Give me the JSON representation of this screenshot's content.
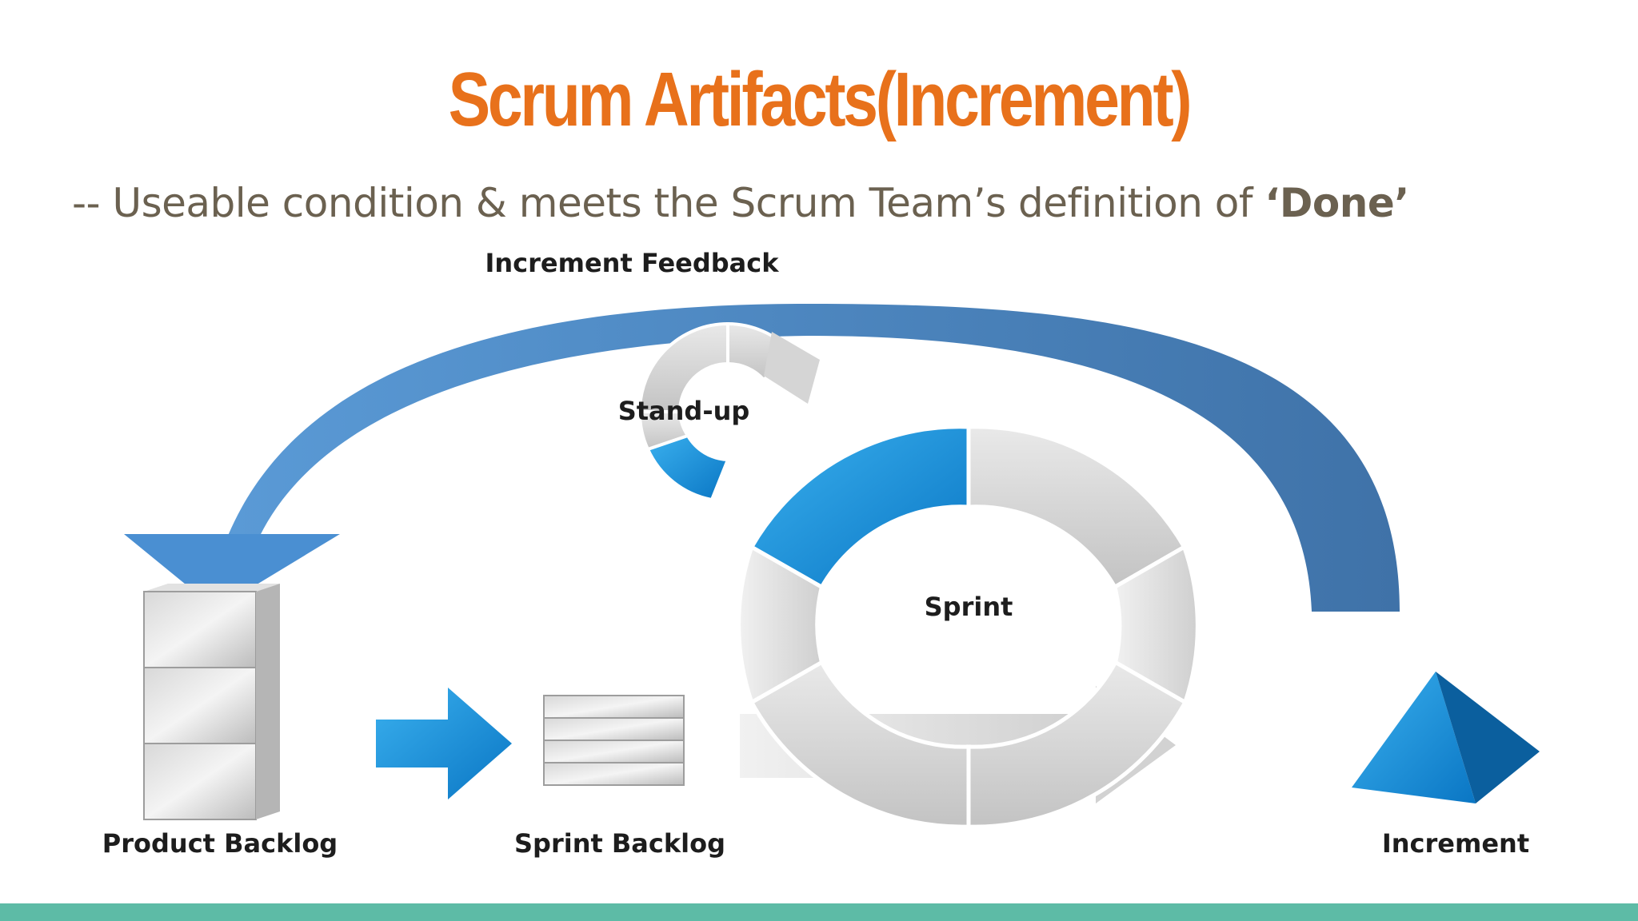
{
  "slide": {
    "title": "Scrum Artifacts(Increment)",
    "subtitle_prefix": "-- Useable condition & meets the Scrum Team’s definition of ",
    "subtitle_bold": "‘Done’"
  },
  "diagram": {
    "increment_feedback": "Increment Feedback",
    "stand_up": "Stand-up",
    "sprint": "Sprint",
    "product_backlog": "Product Backlog",
    "sprint_backlog": "Sprint Backlog",
    "increment": "Increment"
  },
  "colors": {
    "title": "#e8711b",
    "subtitle": "#6b6150",
    "accent_blue": "#1a8fd8",
    "arc_blue": "#4f86c0",
    "footer": "#5dbba6"
  }
}
